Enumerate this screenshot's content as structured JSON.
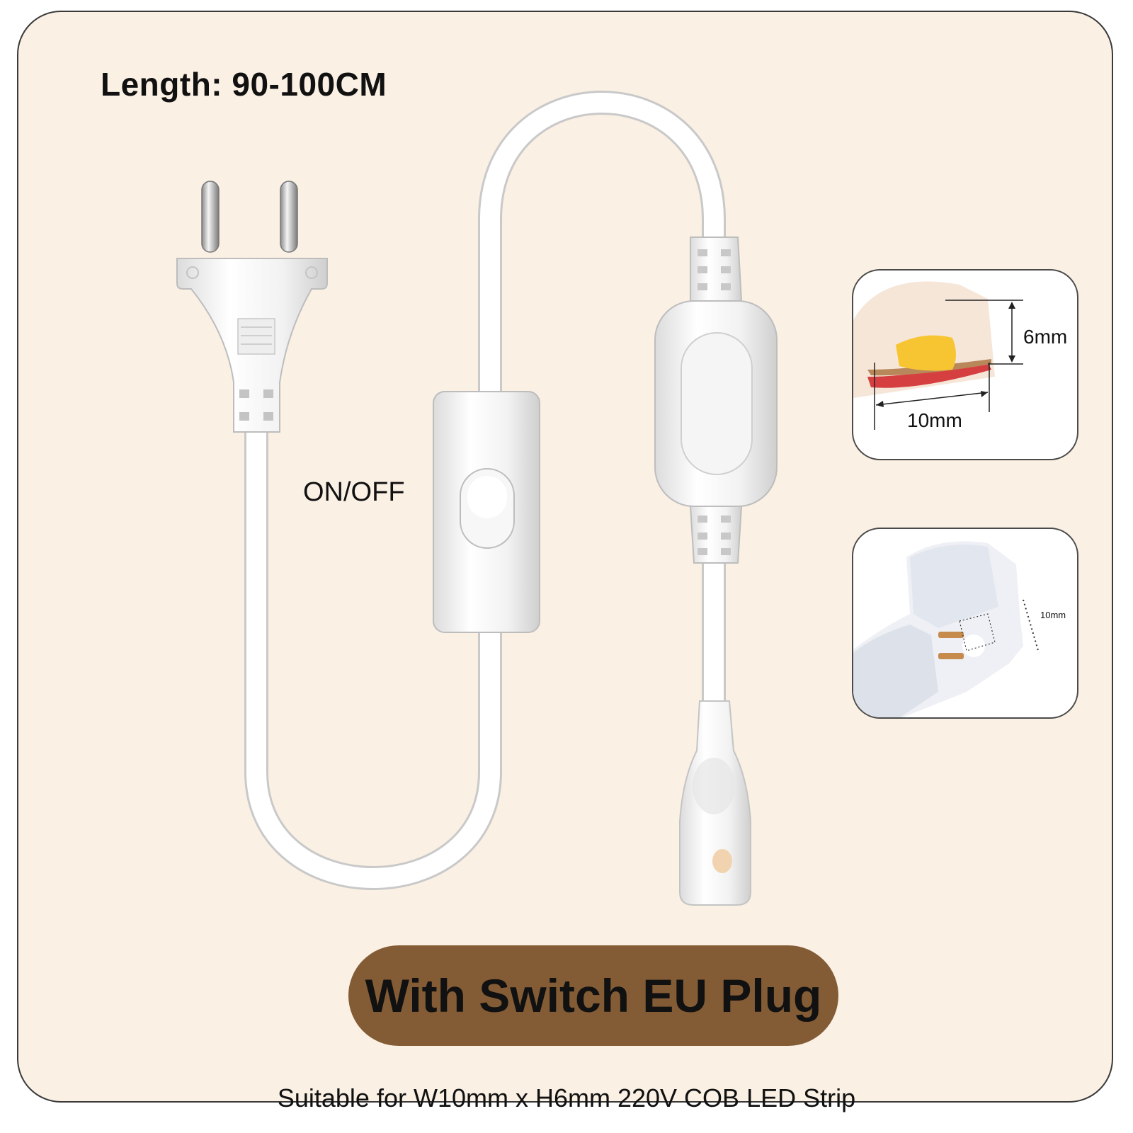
{
  "title": "Length:  90-100CM",
  "switch_label": "ON/OFF",
  "inset_strip": {
    "height_label": "6mm",
    "width_label": "10mm"
  },
  "inset_connector": {
    "width_label": "10mm"
  },
  "banner": "With Switch EU Plug",
  "footnote": "Suitable for W10mm x H6mm 220V COB LED Strip",
  "colors": {
    "background": "#faf0e4",
    "banner": "#835c36",
    "cable": "#ffffff",
    "led": "#f7c531",
    "pcb": "#d63f3f"
  }
}
